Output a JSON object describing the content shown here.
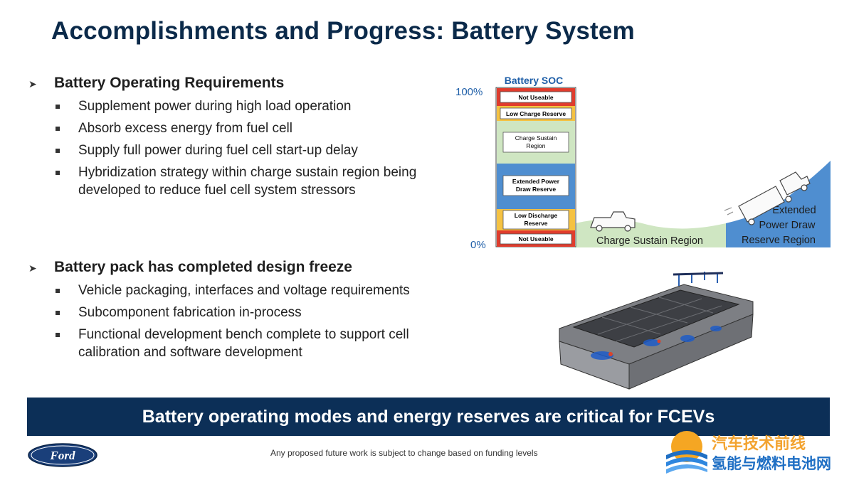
{
  "title": "Accomplishments and Progress:  Battery System",
  "sections": [
    {
      "heading": "Battery Operating Requirements",
      "items": [
        "Supplement power during high load operation",
        "Absorb excess energy from fuel cell",
        "Supply full power during fuel cell start-up delay",
        "Hybridization strategy within charge sustain region being developed to reduce fuel cell system stressors"
      ]
    },
    {
      "heading": "Battery pack has completed design freeze",
      "items": [
        "Vehicle packaging, interfaces and voltage requirements",
        "Subcomponent fabrication in-process",
        "Functional development bench complete to support cell calibration and software development"
      ]
    }
  ],
  "soc_diagram": {
    "title": "Battery SOC",
    "top_label": "100%",
    "bottom_label": "0%",
    "bands": [
      {
        "label": "Not Useable",
        "color": "#e03c2d"
      },
      {
        "label": "Low Charge Reserve",
        "color": "#f5c242"
      },
      {
        "label": "Charge Sustain Region",
        "color": "#cfe6c2"
      },
      {
        "label": "Extended Power Draw Reserve",
        "color": "#4f8ed0"
      },
      {
        "label": "Low Discharge Reserve",
        "color": "#f5c242"
      },
      {
        "label": "Not Useable",
        "color": "#e03c2d"
      }
    ],
    "region_charge": "Charge Sustain Region",
    "region_extended_l1": "Extended",
    "region_extended_l2": "Power Draw",
    "region_extended_l3": "Reserve Region"
  },
  "banner": "Battery operating modes and energy reserves are critical for FCEVs",
  "footer_note": "Any proposed future work is subject to change based on funding levels",
  "logo_text": "Ford",
  "watermark_top": "汽车技术前线",
  "watermark_bottom": "氢能与燃料电池网",
  "colors": {
    "title": "#0b2a4a",
    "banner": "#0c2f57",
    "soc_title": "#1f5fa8"
  }
}
